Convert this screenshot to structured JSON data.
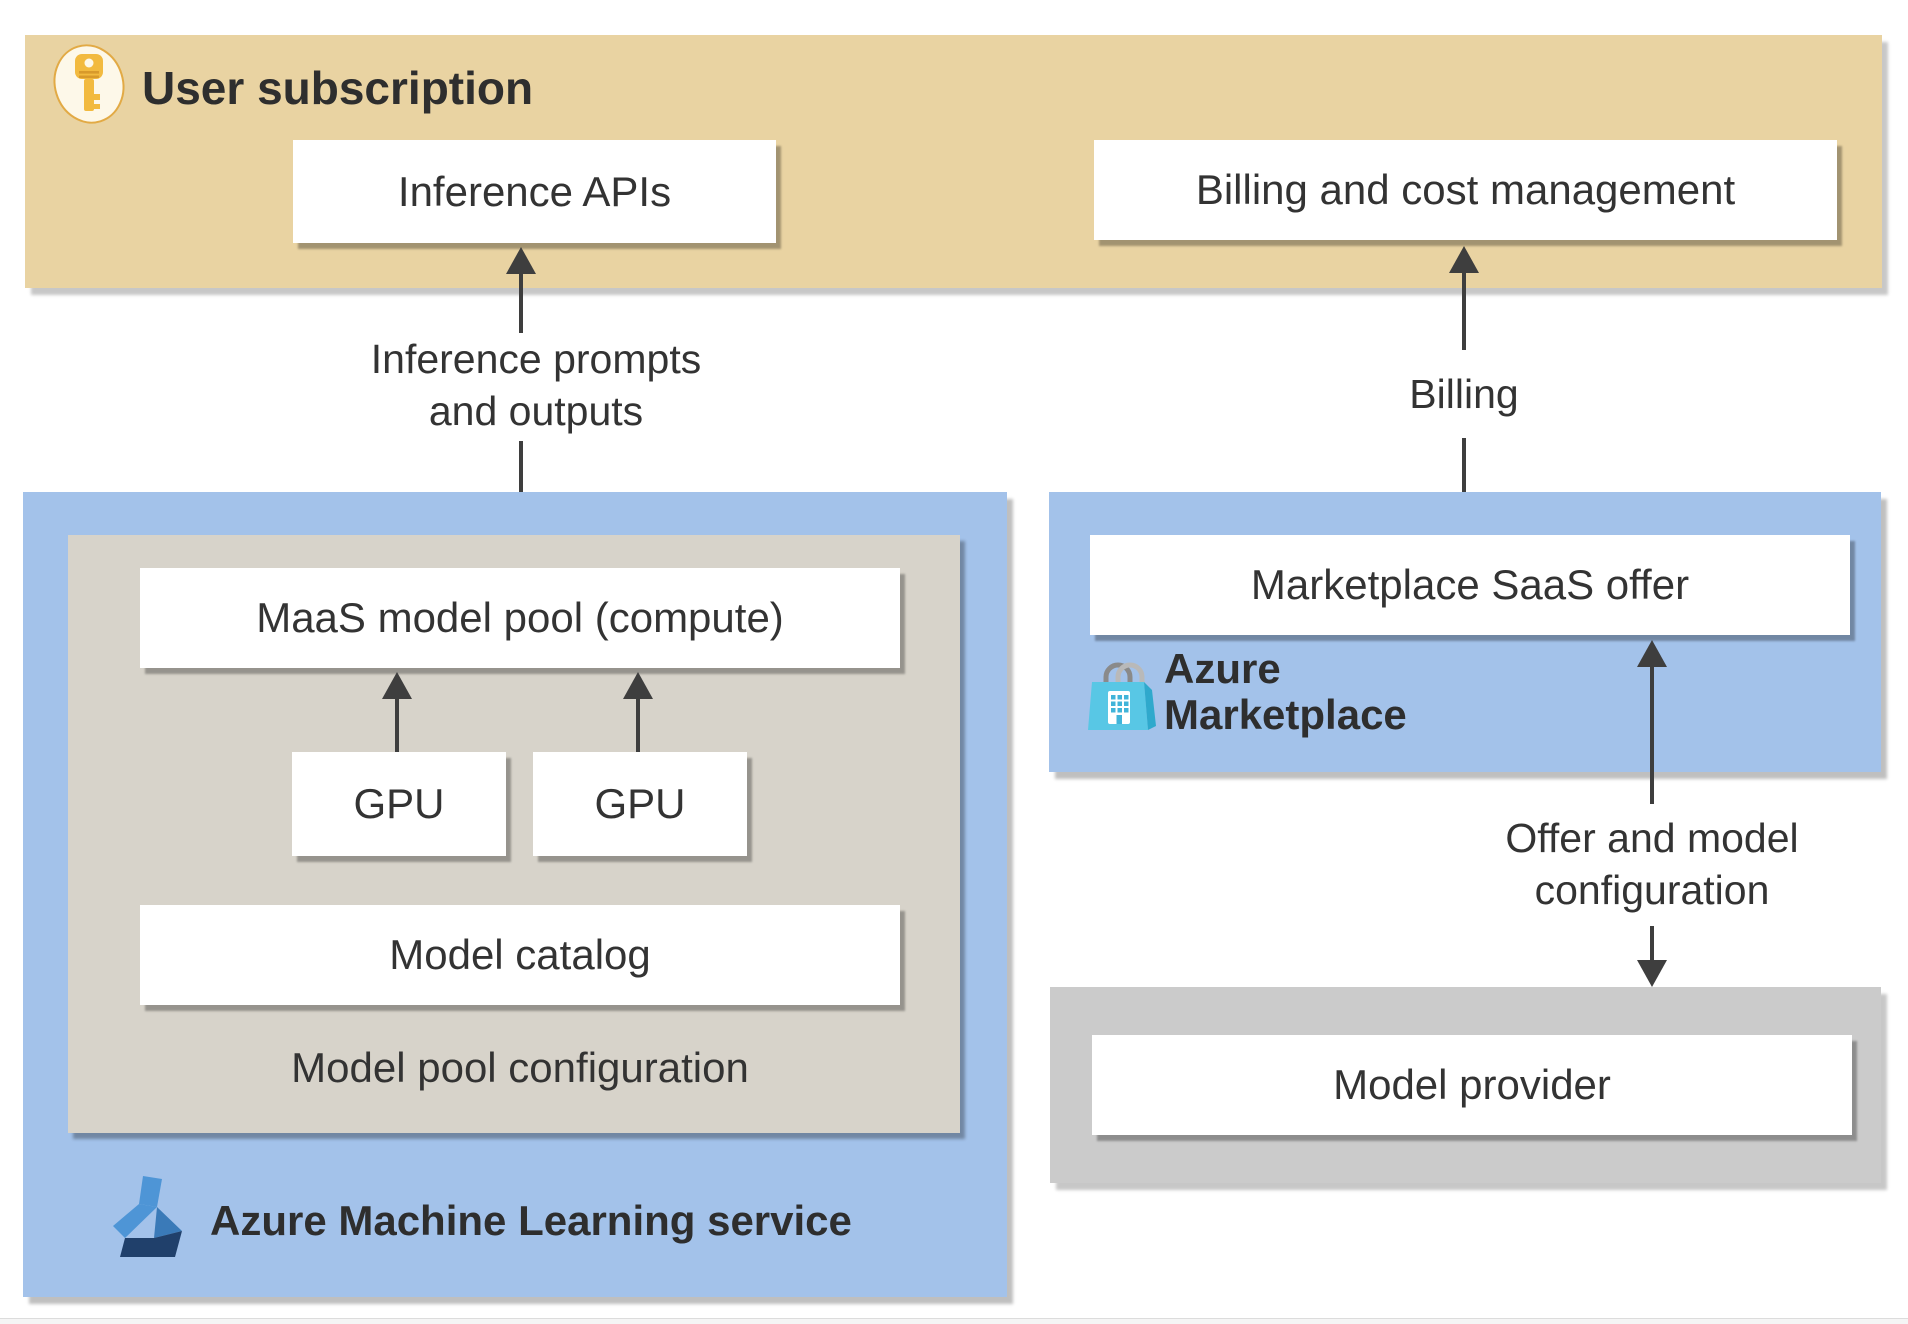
{
  "user_subscription": {
    "title": "User subscription",
    "inference_apis": "Inference APIs",
    "billing_box": "Billing and cost management"
  },
  "arrows": {
    "inference": {
      "line1": "Inference prompts",
      "line2": "and outputs"
    },
    "billing": {
      "label": "Billing"
    },
    "offer": {
      "line1": "Offer and model",
      "line2": "configuration"
    }
  },
  "aml": {
    "title": "Azure Machine Learning service",
    "maas_pool": "MaaS model pool (compute)",
    "gpu_left": "GPU",
    "gpu_right": "GPU",
    "model_catalog": "Model catalog",
    "pool_config": "Model pool configuration"
  },
  "marketplace": {
    "title_line1": "Azure",
    "title_line2": "Marketplace",
    "saas_offer": "Marketplace SaaS offer"
  },
  "model_provider": {
    "label": "Model provider"
  },
  "icons": [
    "key-icon",
    "azure-ml-flask-icon",
    "marketplace-bag-icon"
  ],
  "colors": {
    "tan_panel": "#e9d3a2",
    "blue_panel": "#a3c2ea",
    "warm_gray_panel": "#d7d3ca",
    "neutral_gray_panel": "#cbcbcb",
    "box_white": "#ffffff",
    "arrow": "#3e3e3e",
    "text": "#333333",
    "key_gold": "#f2ba3f",
    "key_badge_cream": "#fdf8e9",
    "bag_cyan": "#58c7e5",
    "bag_cyan_dark": "#2fa9cc",
    "flask_light_blue": "#4e95d6",
    "flask_mid_blue": "#3a7ab8",
    "flask_navy": "#20406b"
  }
}
